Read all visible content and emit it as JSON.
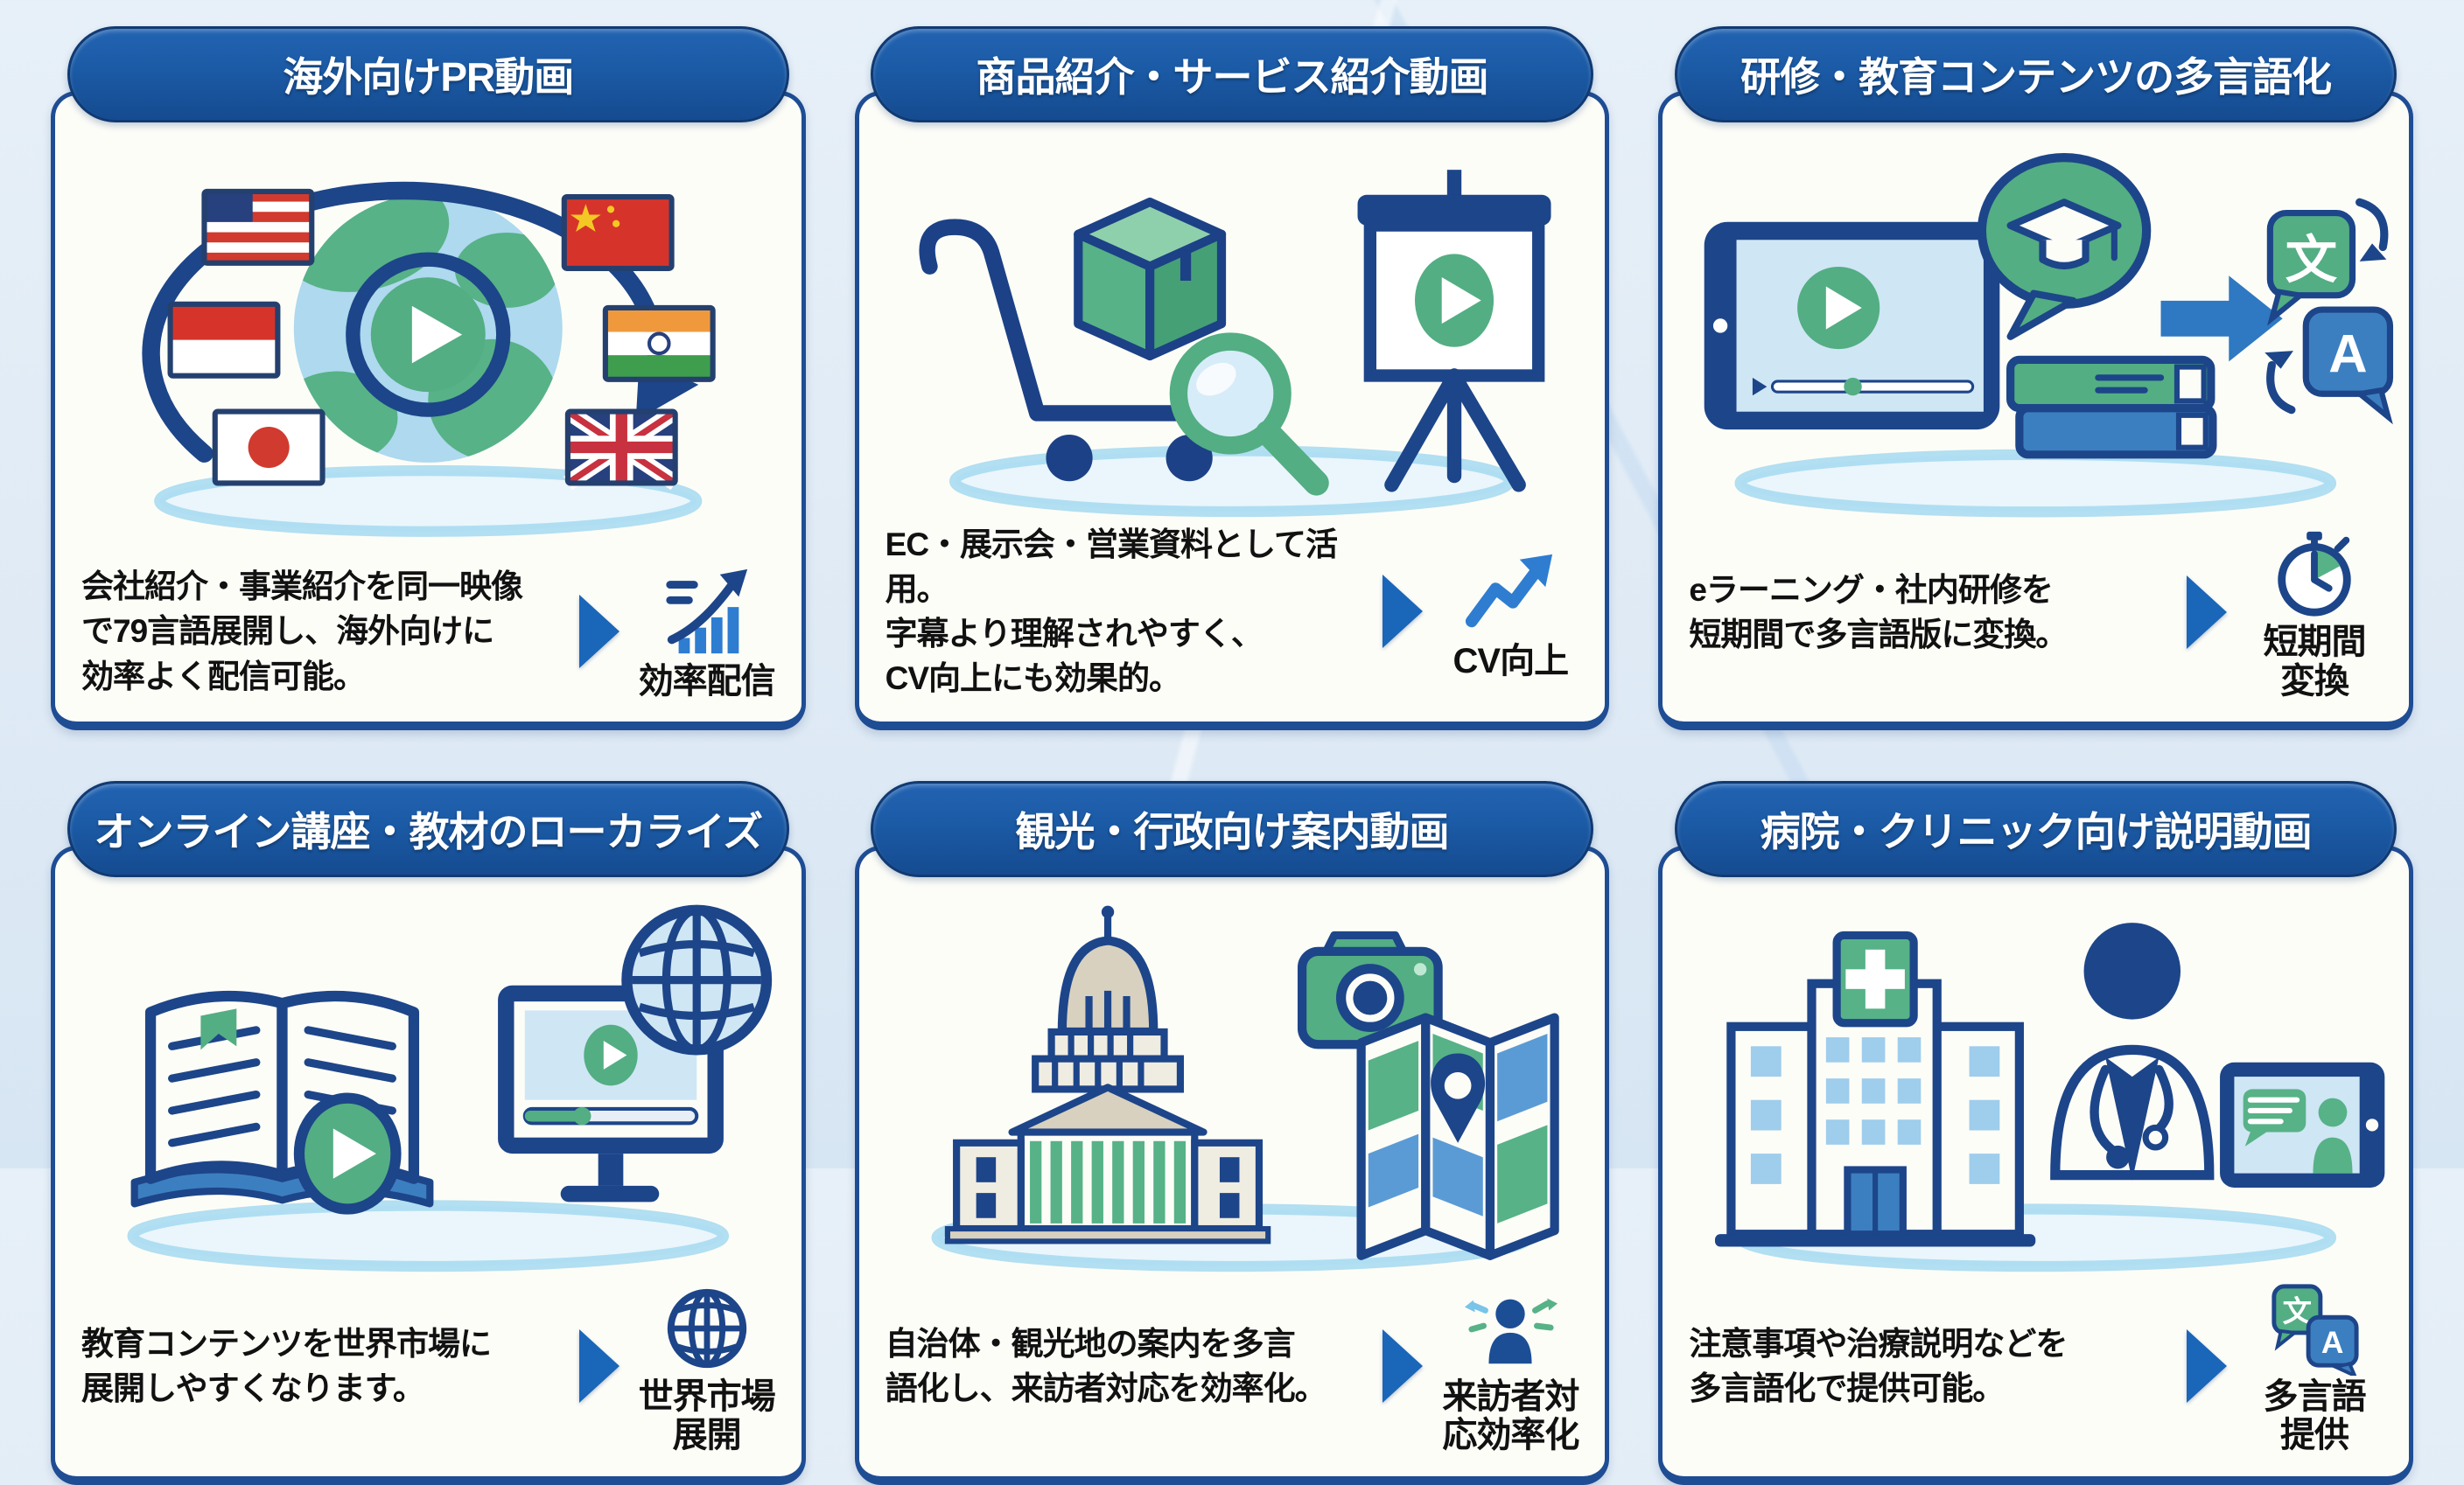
{
  "page": {
    "language": "ja",
    "theme_colors": {
      "background": "#e3edf6",
      "header_blue": "#1b5aa5",
      "card_border_navy": "#1e4d94",
      "icon_navy": "#1d4589",
      "icon_green": "#53ae83",
      "accent_arrow_blue": "#1a66b8",
      "screen_light_blue": "#cfe6f5",
      "flag_red": "#d13a2e",
      "card_background": "#fdfdf8"
    }
  },
  "cards": [
    {
      "title": "海外向けPR動画",
      "description": "会社紹介・事業紹介を同一映像\nで79言語展開し、海外向けに\n効率よく配信可能。",
      "badge_label": "効率配信",
      "badge_icon": "efficiency-chart-icon",
      "illustration": "globe-play-with-flags",
      "flags": [
        "usa",
        "china",
        "indonesia",
        "india",
        "japan",
        "uk"
      ]
    },
    {
      "title": "商品紹介・サービス紹介動画",
      "description": "EC・展示会・営業資料として活用。\n字幕より理解されやすく、\nCV向上にも効果的。",
      "badge_label": "CV向上",
      "badge_icon": "cv-up-arrow-icon",
      "illustration": "cart-box-magnifier-presentation"
    },
    {
      "title": "研修・教育コンテンツの多言語化",
      "description": "eラーニング・社内研修を\n短期間で多言語版に変換。",
      "badge_label": "短期間\n変換",
      "badge_icon": "stopwatch-icon",
      "illustration": "tablet-gradcap-books-translate"
    },
    {
      "title": "オンライン講座・教材のローカライズ",
      "description": "教育コンテンツを世界市場に\n展開しやすくなります。",
      "badge_label": "世界市場\n展開",
      "badge_icon": "globe-wire-icon",
      "illustration": "open-book-monitor-globe"
    },
    {
      "title": "観光・行政向け案内動画",
      "description": "自治体・観光地の案内を多言\n語化し、来訪者対応を効率化。",
      "badge_label": "来訪者対\n応効率化",
      "badge_icon": "visitor-support-icon",
      "illustration": "capitol-camera-map"
    },
    {
      "title": "病院・クリニック向け説明動画",
      "description": "注意事項や治療説明などを\n多言語化で提供可能。",
      "badge_label": "多言語\n提供",
      "badge_icon": "translate-bubbles-icon",
      "illustration": "hospital-doctor-tablet"
    }
  ]
}
